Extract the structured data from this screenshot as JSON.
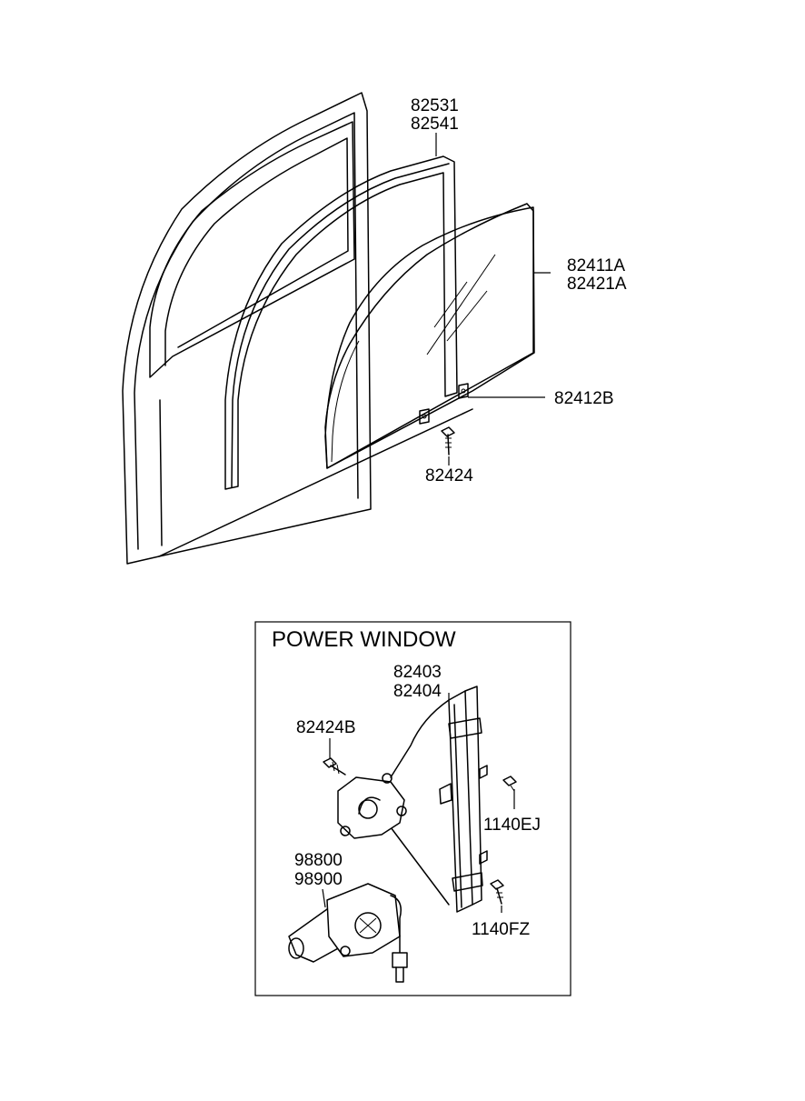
{
  "upper_diagram": {
    "labels": {
      "weatherstrip_a": "82531",
      "weatherstrip_b": "82541",
      "glass_a": "82411A",
      "glass_b": "82421A",
      "glass_bracket": "82412B",
      "bolt": "82424"
    }
  },
  "power_window_box": {
    "title": "POWER WINDOW",
    "labels": {
      "regulator_a": "82403",
      "regulator_b": "82404",
      "regulator_bolt": "82424B",
      "motor_a": "98800",
      "motor_b": "98900",
      "bolt_ej": "1140EJ",
      "bolt_fz": "1140FZ"
    }
  }
}
